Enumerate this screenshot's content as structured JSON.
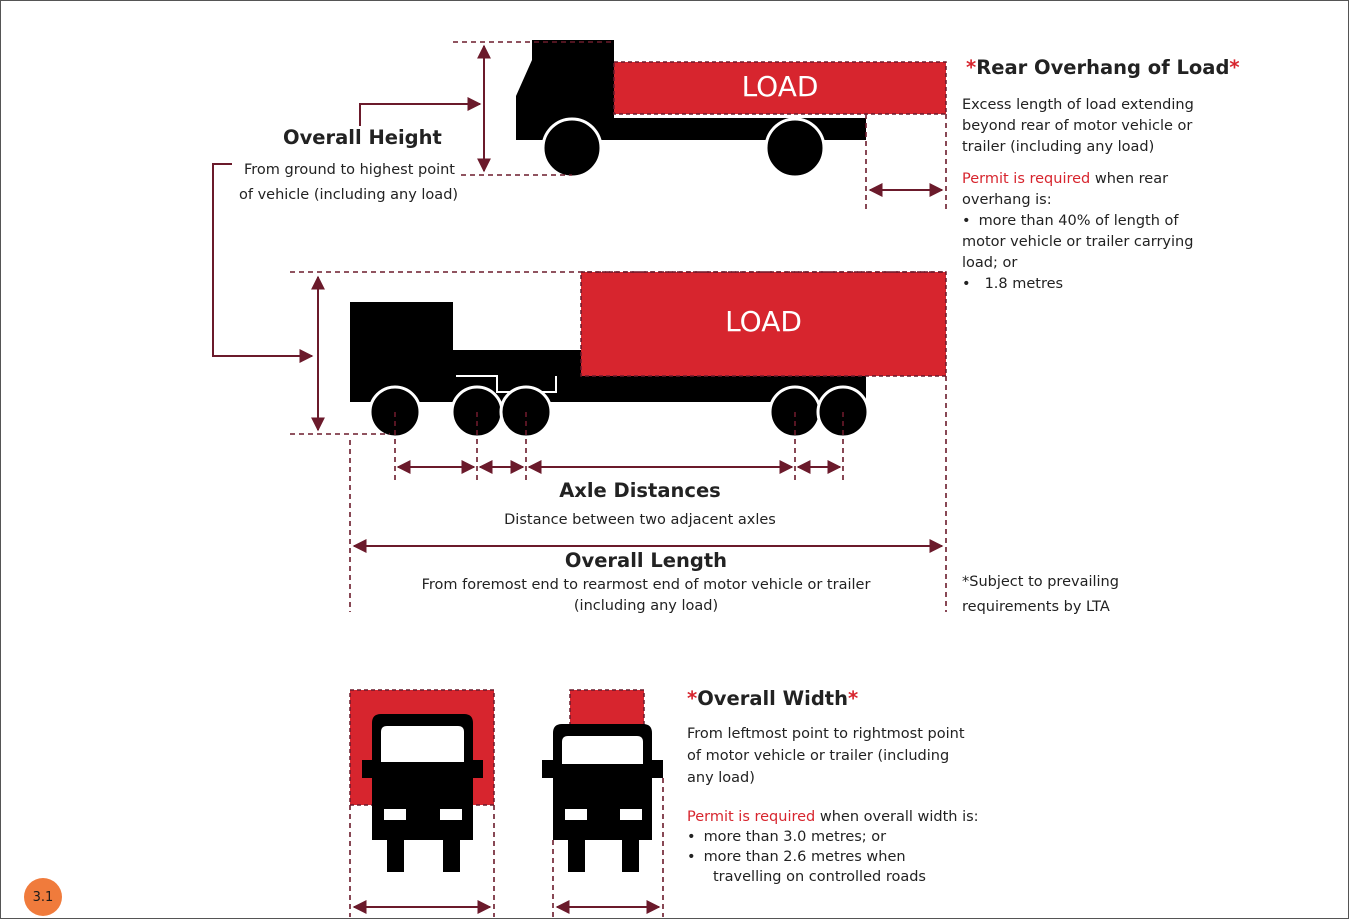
{
  "load_label_top": "LOAD",
  "load_label_main": "LOAD",
  "overall_height": {
    "title": "Overall Height",
    "desc_line1": "From ground to highest point",
    "desc_line2": "of vehicle (including any load)"
  },
  "rear_overhang": {
    "star_left": "*",
    "title": "Rear Overhang of Load",
    "star_right": "*",
    "desc": [
      "Excess length of load extending",
      "beyond rear of motor vehicle or",
      "trailer (including any load)"
    ],
    "permit_lead": "Permit is required",
    "permit_rest": " when rear",
    "permit_line2": "overhang is:",
    "bullets": [
      "more than 40% of length of",
      "motor vehicle or trailer carrying",
      "load; or",
      "1.8 metres"
    ]
  },
  "axle": {
    "title": "Axle Distances",
    "desc": "Distance between two adjacent axles"
  },
  "overall_length": {
    "title": "Overall Length",
    "desc_line1": "From foremost end to rearmost end of motor vehicle or trailer",
    "desc_line2": "(including any load)"
  },
  "footnote": {
    "line1": "*Subject to prevailing",
    "line2": "requirements by LTA"
  },
  "overall_width": {
    "star_left": "*",
    "title": "Overall Width",
    "star_right": "*",
    "desc": [
      "From leftmost point to rightmost point",
      "of motor vehicle or trailer (including",
      "any load)"
    ],
    "permit_lead": "Permit is required",
    "permit_rest": " when overall width is:",
    "bullets": [
      "more than 3.0 metres; or",
      "more than 2.6 metres when",
      "travelling on controlled roads"
    ]
  },
  "page_number": "3.1",
  "colors": {
    "load_red": "#d7252e",
    "dim_line": "#6b1a2b",
    "vehicle": "#000000",
    "badge": "#f07b3c"
  }
}
